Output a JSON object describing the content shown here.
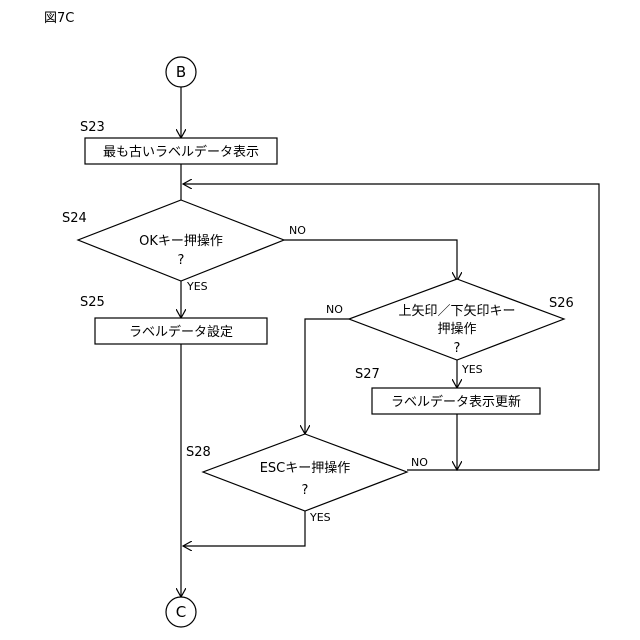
{
  "figure_label": "図7C",
  "connectors": {
    "top": "B",
    "bottom": "C"
  },
  "steps": {
    "s23": {
      "id": "S23",
      "text": "最も古いラベルデータ表示"
    },
    "s24": {
      "id": "S24",
      "line1": "OKキー押操作",
      "line2": "?"
    },
    "s25": {
      "id": "S25",
      "text": "ラベルデータ設定"
    },
    "s26": {
      "id": "S26",
      "line1": "上矢印／下矢印キー",
      "line2": "押操作",
      "line3": "?"
    },
    "s27": {
      "id": "S27",
      "text": "ラベルデータ表示更新"
    },
    "s28": {
      "id": "S28",
      "line1": "ESCキー押操作",
      "line2": "?"
    }
  },
  "branches": {
    "s24_no": "NO",
    "s24_yes": "YES",
    "s26_no": "NO",
    "s26_yes": "YES",
    "s28_no": "NO",
    "s28_yes": "YES"
  }
}
